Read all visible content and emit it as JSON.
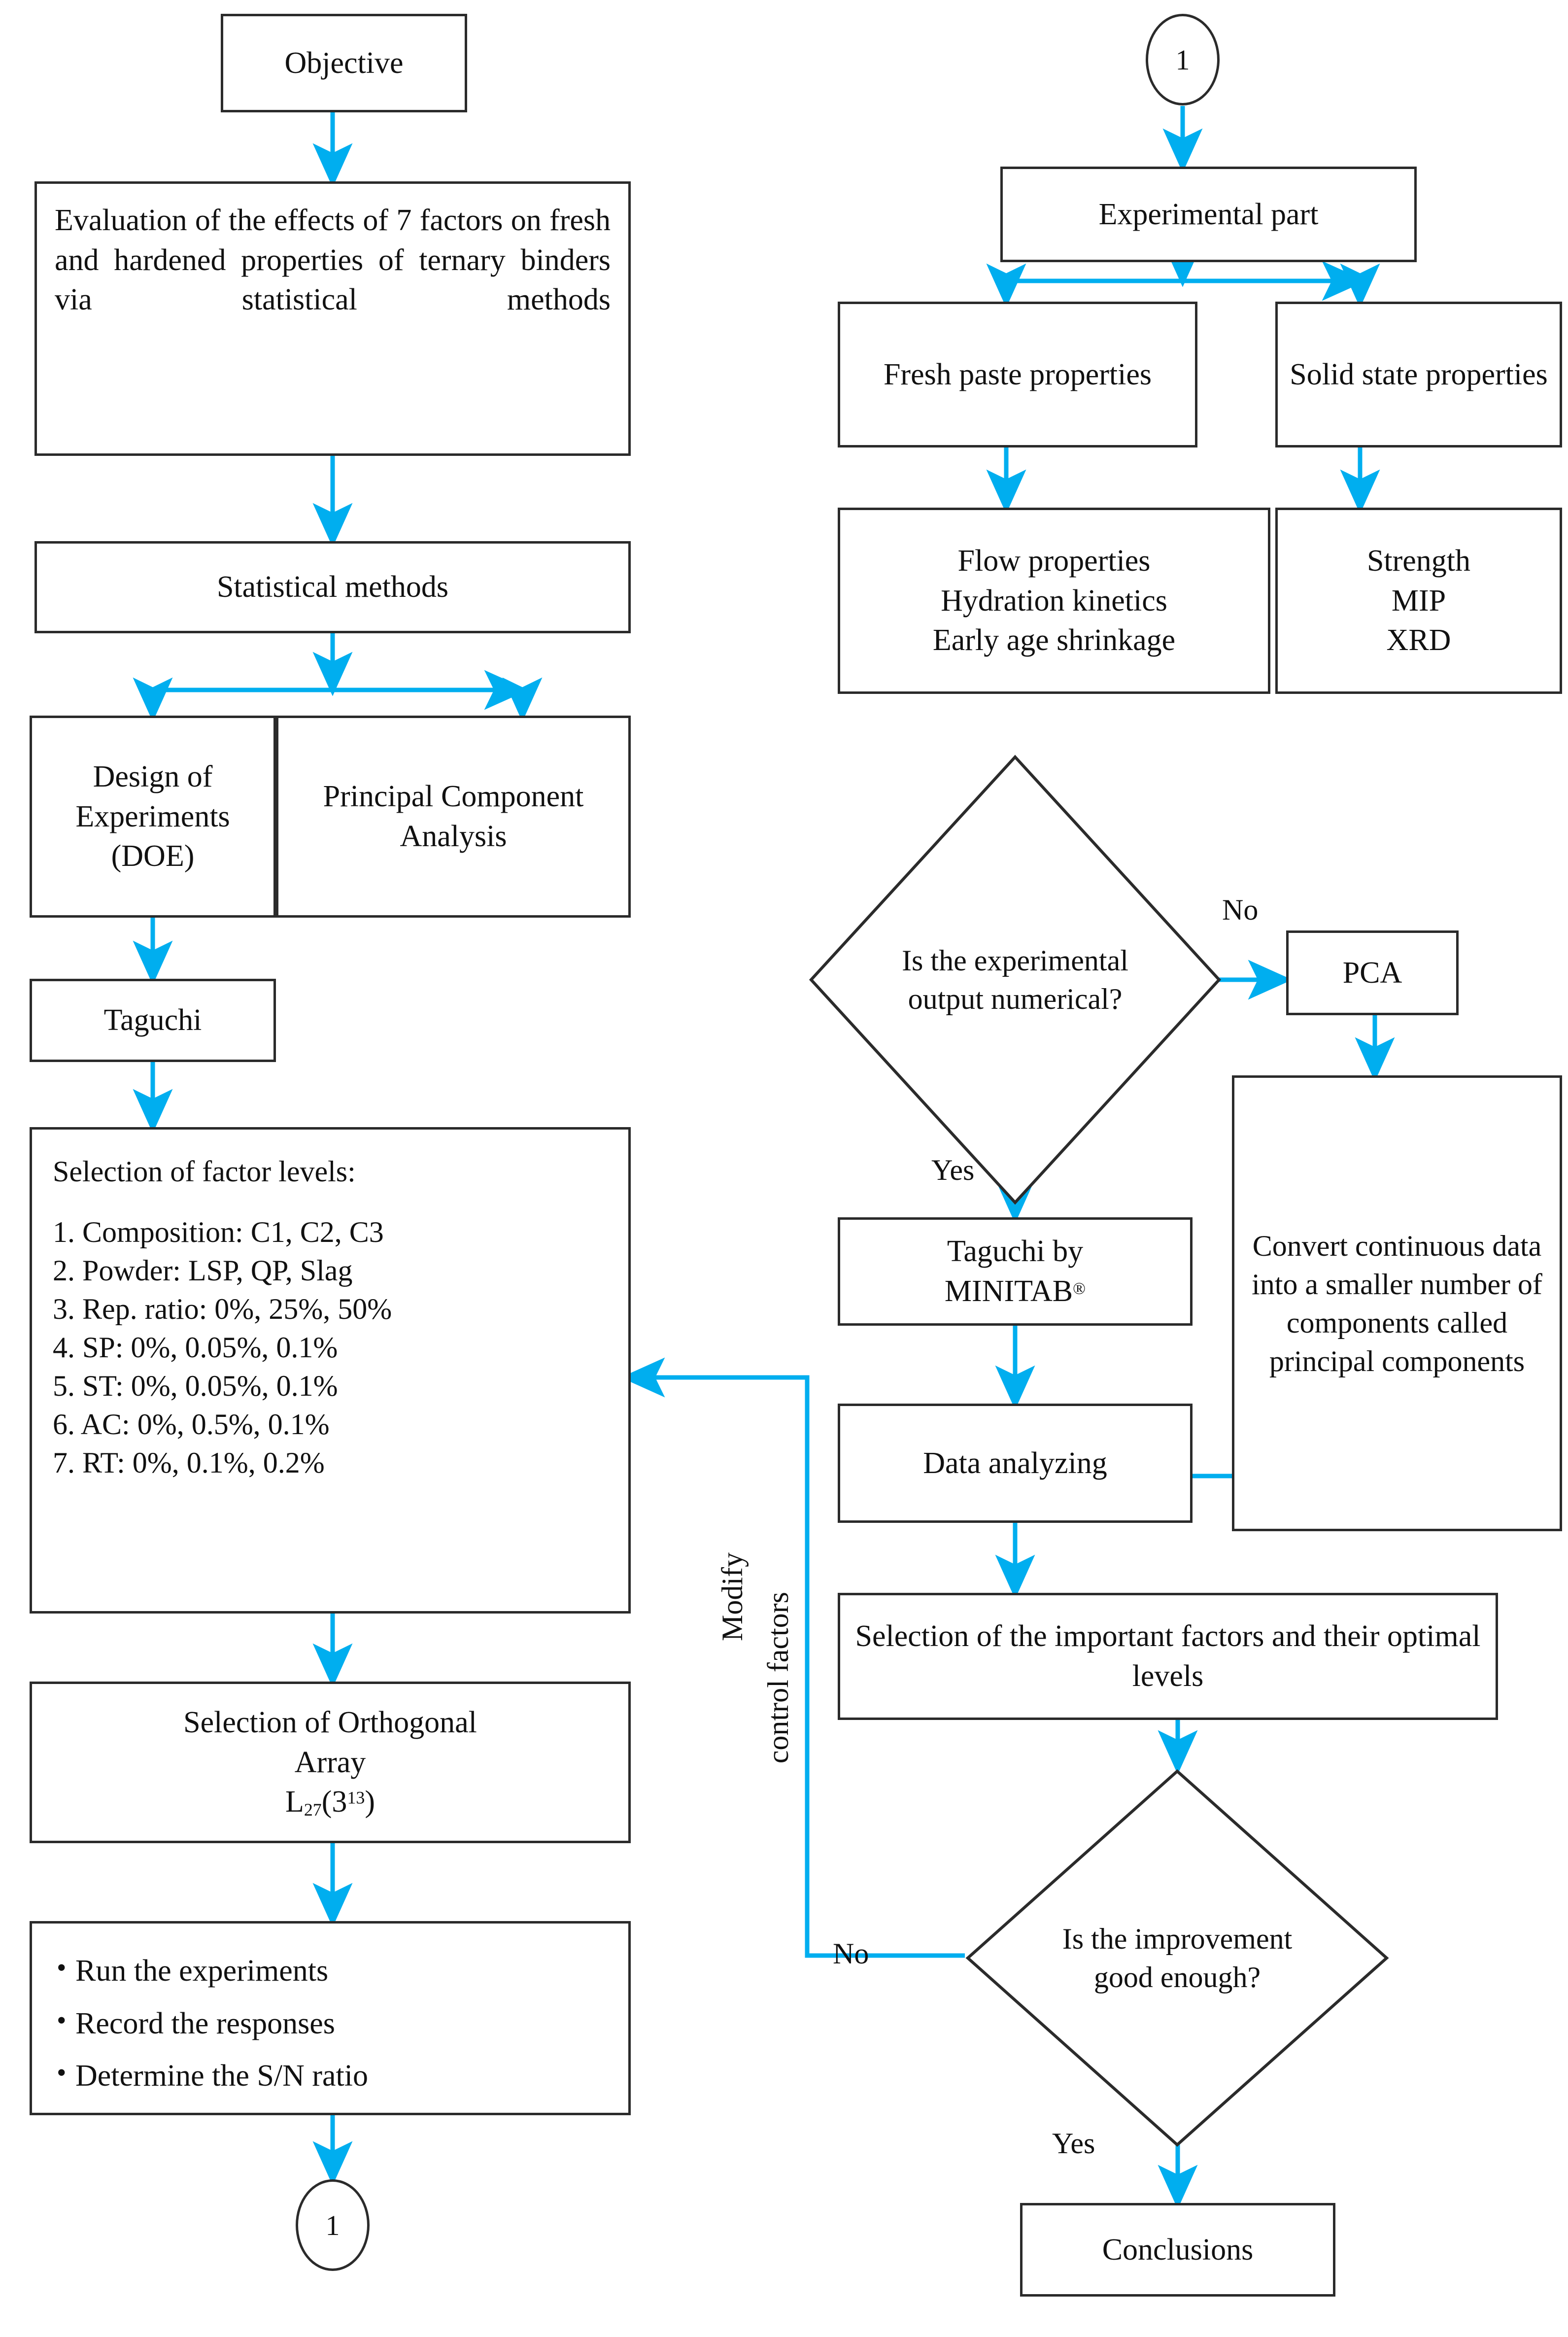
{
  "theme": {
    "arrow_color": "#00AEEF",
    "box_border_color": "#2B2B2B",
    "background": "#FFFFFF",
    "text_color": "#111111"
  },
  "diagram": {
    "title": "Research methodology flowchart",
    "left_column": {
      "objective": "Objective",
      "objective_detail": "Evaluation of the effects of 7 factors on fresh and hardened properties of ternary binders via statistical methods",
      "statistical_methods": "Statistical methods",
      "doe": "Design of Experiments (DOE)",
      "pca_method": "Principal Component Analysis",
      "taguchi": "Taguchi",
      "factor_levels": {
        "heading": "Selection of factor levels:",
        "items": [
          "1. Composition: C1, C2, C3",
          "2. Powder: LSP, QP, Slag",
          "3. Rep. ratio: 0%, 25%, 50%",
          "4. SP: 0%, 0.05%, 0.1%",
          "5. ST: 0%, 0.05%, 0.1%",
          "6. AC: 0%, 0.5%, 0.1%",
          "7. RT: 0%, 0.1%, 0.2%"
        ]
      },
      "orthogonal_array": {
        "line1": "Selection of Orthogonal",
        "line2": "Array",
        "notation_base": "L",
        "notation_sub": "27",
        "notation_paren_open": "(3",
        "notation_sup": "13",
        "notation_paren_close": ")"
      },
      "experiment_steps": [
        "Run the experiments",
        "Record the responses",
        "Determine the S/N ratio"
      ],
      "connector_bottom": "1"
    },
    "right_column": {
      "connector_top": "1",
      "experimental_part": "Experimental part",
      "fresh_paste": "Fresh paste properties",
      "solid_state": "Solid state properties",
      "fresh_tests": [
        "Flow properties",
        "Hydration kinetics",
        "Early age shrinkage"
      ],
      "solid_tests": [
        "Strength",
        "MIP",
        "XRD"
      ],
      "decision_numerical": "Is the experimental output numerical?",
      "pca_box": "PCA",
      "pca_description": "Convert continuous data into a smaller number of components called principal components",
      "taguchi_minitab_line1": "Taguchi by",
      "taguchi_minitab_line2": "MINITAB",
      "taguchi_minitab_mark": "®",
      "data_analyzing": "Data analyzing",
      "selection_important": "Selection of the important factors and their optimal levels",
      "decision_improvement": "Is the improvement good enough?",
      "conclusions": "Conclusions"
    },
    "edge_labels": {
      "no_numerical": "No",
      "yes_numerical": "Yes",
      "no_improvement": "No",
      "yes_improvement": "Yes",
      "modify_line1": "Modify",
      "modify_line2": "control factors"
    }
  }
}
